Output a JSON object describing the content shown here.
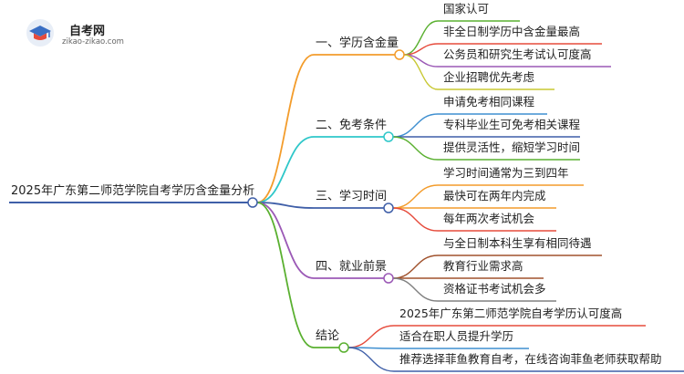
{
  "logo": {
    "name": "自考网",
    "url": "zikao-zikao.com"
  },
  "root": {
    "label": "2025年广东第二师范学院自考学历含金量分析"
  },
  "branches": [
    {
      "label": "一、学历含金量",
      "color": "#f39c2b",
      "leaves": [
        "国家认可",
        "非全日制学历中含金量最高",
        "公务员和研究生考试认可度高",
        "企业招聘优先考虑"
      ]
    },
    {
      "label": "二、免考条件",
      "color": "#2ec7c9",
      "leaves": [
        "申请免考相同课程",
        "专科毕业生可免考相关课程",
        "提供灵活性，缩短学习时间"
      ]
    },
    {
      "label": "三、学习时间",
      "color": "#3f5fa8",
      "leaves": [
        "学习时间通常为三到四年",
        "最快可在两年内完成",
        "每年两次考试机会"
      ]
    },
    {
      "label": "四、就业前景",
      "color": "#9b59b6",
      "leaves": [
        "与全日制本科生享有相同待遇",
        "教育行业需求高",
        "资格证书考试机会多"
      ]
    },
    {
      "label": "结论",
      "color": "#5ab030",
      "leaves": [
        "2025年广东第二师范学院自考学历认可度高",
        "适合在职人员提升学历",
        "推荐选择菲鱼教育自考，在线咨询菲鱼老师获取帮助"
      ]
    }
  ],
  "leaf_colors": [
    [
      "#5ab030",
      "#e64b3c",
      "#9b59b6",
      "#c8c832"
    ],
    [
      "#3f8fd0",
      "#3f5fa8",
      "#5ab030"
    ],
    [
      "#f39c2b",
      "#f39c2b",
      "#e64b3c"
    ],
    [
      "#a0522d",
      "#a0522d",
      "#808080"
    ],
    [
      "#e64b3c",
      "#3f8fd0",
      "#3f5fa8"
    ]
  ]
}
